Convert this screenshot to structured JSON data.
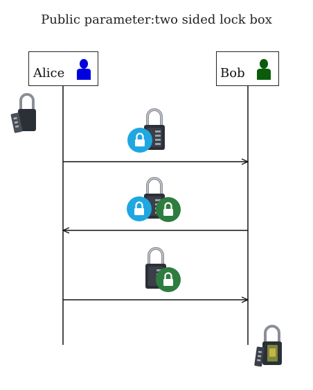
{
  "title": "Public parameter:two sided lock box",
  "actors": [
    {
      "name": "Alice",
      "icon": "person-icon",
      "color": "#0000e0"
    },
    {
      "name": "Bob",
      "icon": "person-icon",
      "color": "#0a5c0a"
    }
  ],
  "messages": [
    {
      "from": "Alice",
      "to": "Bob",
      "locks": [
        "alice"
      ]
    },
    {
      "from": "Bob",
      "to": "Alice",
      "locks": [
        "alice",
        "bob"
      ]
    },
    {
      "from": "Alice",
      "to": "Bob",
      "locks": [
        "bob"
      ]
    }
  ],
  "colors": {
    "alice_lock": "#1ea7e1",
    "bob_lock": "#2e7d3e",
    "lockbox_body": "#2b2f36",
    "line": "#111111"
  }
}
